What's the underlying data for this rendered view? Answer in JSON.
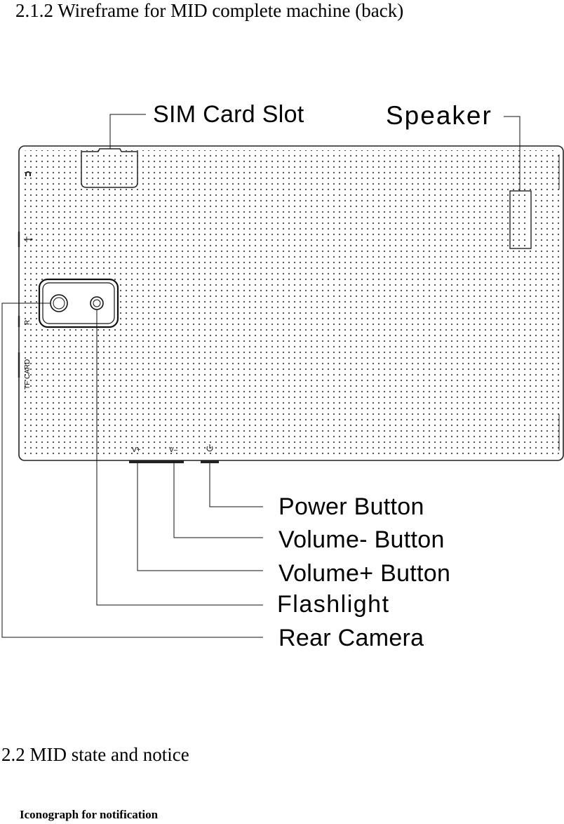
{
  "document": {
    "section_back_title": "2.1.2 Wireframe for MID complete machine (back)",
    "section_state_title": "2.2 MID state and notice",
    "subsection_title": "Iconograph for notification"
  },
  "diagram": {
    "callouts": {
      "sim_card_slot": "SIM Card Slot",
      "speaker": "Speaker",
      "power_button": "Power Button",
      "volume_minus_button": "Volume- Button",
      "volume_plus_button": "Volume+ Button",
      "flashlight": "Flashlight",
      "rear_camera": "Rear Camera"
    },
    "side_labels": {
      "reset": "R",
      "tf_card": "TF  CARD"
    },
    "button_labels": {
      "volume_plus": "V+",
      "volume_minus": "V–"
    },
    "icons": [
      "headphone-jack-icon",
      "usb-icon",
      "power-icon"
    ]
  }
}
